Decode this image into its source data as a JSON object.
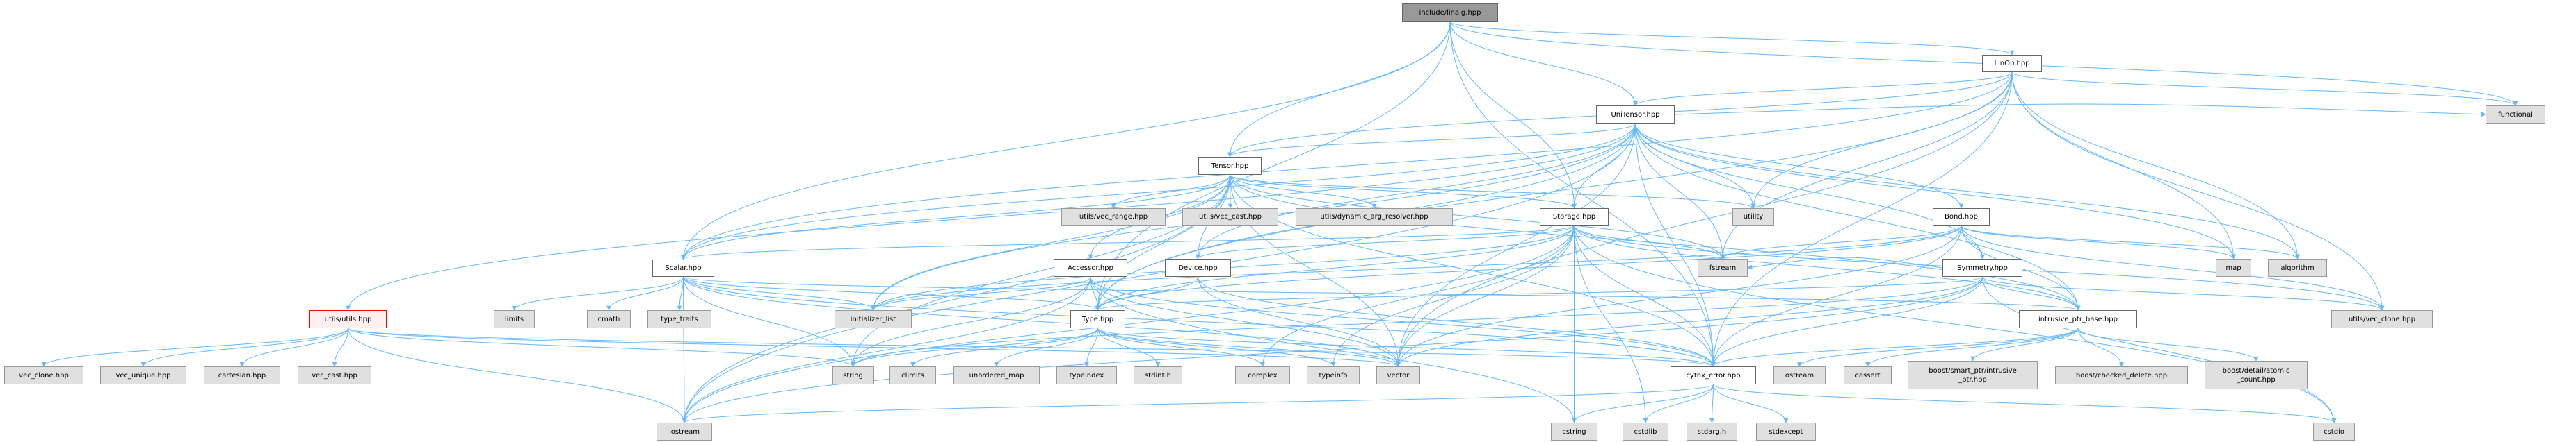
{
  "colors": {
    "edge": "#63b8ff",
    "root_fill": "#999999",
    "internal_fill": "#ffffff",
    "external_fill": "#e0e0e0",
    "incomplete_border": "#ff0000"
  },
  "nodes": {
    "linalg": "include/linalg.hpp",
    "linop": "LinOp.hpp",
    "unitensor": "UniTensor.hpp",
    "functional": "functional",
    "tensor": "Tensor.hpp",
    "vec_range": "utils/vec_range.hpp",
    "u_vec_cast": "utils/vec_cast.hpp",
    "dyn_arg": "utils/dynamic_arg_resolver.hpp",
    "storage": "Storage.hpp",
    "utility": "utility",
    "bond": "Bond.hpp",
    "scalar": "Scalar.hpp",
    "accessor": "Accessor.hpp",
    "device": "Device.hpp",
    "fstream": "fstream",
    "symmetry": "Symmetry.hpp",
    "map": "map",
    "algorithm": "algorithm",
    "utils": "utils/utils.hpp",
    "limits": "limits",
    "cmath": "cmath",
    "type_traits": "type_traits",
    "init_list": "initializer_list",
    "type": "Type.hpp",
    "intrusive": "intrusive_ptr_base.hpp",
    "u_vec_clone": "utils/vec_clone.hpp",
    "vec_clone": "vec_clone.hpp",
    "vec_unique": "vec_unique.hpp",
    "cartesian": "cartesian.hpp",
    "vec_cast": "vec_cast.hpp",
    "string": "string",
    "climits": "climits",
    "unordered_map": "unordered_map",
    "typeindex": "typeindex",
    "stdint": "stdint.h",
    "complex": "complex",
    "typeinfo": "typeinfo",
    "vector": "vector",
    "cytnx_error": "cytnx_error.hpp",
    "ostream": "ostream",
    "cassert": "cassert",
    "boost_intrusive": "boost/smart_ptr/intrusive\n_ptr.hpp",
    "boost_checked": "boost/checked_delete.hpp",
    "boost_atomic": "boost/detail/atomic\n_count.hpp",
    "iostream": "iostream",
    "cstring": "cstring",
    "cstdlib": "cstdlib",
    "stdarg": "stdarg.h",
    "stdexcept": "stdexcept",
    "cstdio": "cstdio"
  },
  "edges": [
    [
      "linalg",
      "type"
    ],
    [
      "linalg",
      "cytnx_error"
    ],
    [
      "linalg",
      "storage"
    ],
    [
      "linalg",
      "tensor"
    ],
    [
      "linalg",
      "unitensor"
    ],
    [
      "linalg",
      "scalar"
    ],
    [
      "linalg",
      "linop"
    ],
    [
      "linalg",
      "functional"
    ],
    [
      "linop",
      "type"
    ],
    [
      "linop",
      "cytnx_error"
    ],
    [
      "linop",
      "tensor"
    ],
    [
      "linop",
      "unitensor"
    ],
    [
      "linop",
      "vector"
    ],
    [
      "linop",
      "fstream"
    ],
    [
      "linop",
      "functional"
    ],
    [
      "linop",
      "map"
    ],
    [
      "linop",
      "algorithm"
    ],
    [
      "linop",
      "utility"
    ],
    [
      "linop",
      "u_vec_clone"
    ],
    [
      "linop",
      "scalar"
    ],
    [
      "unitensor",
      "type"
    ],
    [
      "unitensor",
      "cytnx_error"
    ],
    [
      "unitensor",
      "storage"
    ],
    [
      "unitensor",
      "device"
    ],
    [
      "unitensor",
      "tensor"
    ],
    [
      "unitensor",
      "utils"
    ],
    [
      "unitensor",
      "intrusive"
    ],
    [
      "unitensor",
      "scalar"
    ],
    [
      "unitensor",
      "bond"
    ],
    [
      "unitensor",
      "symmetry"
    ],
    [
      "unitensor",
      "fstream"
    ],
    [
      "unitensor",
      "utility"
    ],
    [
      "unitensor",
      "algorithm"
    ],
    [
      "unitensor",
      "vector"
    ],
    [
      "unitensor",
      "init_list"
    ],
    [
      "unitensor",
      "iostream"
    ],
    [
      "unitensor",
      "map"
    ],
    [
      "unitensor",
      "functional"
    ],
    [
      "tensor",
      "type"
    ],
    [
      "tensor",
      "cytnx_error"
    ],
    [
      "tensor",
      "storage"
    ],
    [
      "tensor",
      "device"
    ],
    [
      "tensor",
      "intrusive"
    ],
    [
      "tensor",
      "iostream"
    ],
    [
      "tensor",
      "fstream"
    ],
    [
      "tensor",
      "vec_range"
    ],
    [
      "tensor",
      "u_vec_cast"
    ],
    [
      "tensor",
      "dyn_arg"
    ],
    [
      "tensor",
      "accessor"
    ],
    [
      "tensor",
      "utility"
    ],
    [
      "tensor",
      "vector"
    ],
    [
      "tensor",
      "init_list"
    ],
    [
      "tensor",
      "scalar"
    ],
    [
      "tensor",
      "string"
    ],
    [
      "storage",
      "iostream"
    ],
    [
      "storage",
      "fstream"
    ],
    [
      "storage",
      "cstdlib"
    ],
    [
      "storage",
      "cstdio"
    ],
    [
      "storage",
      "cstring"
    ],
    [
      "storage",
      "complex"
    ],
    [
      "storage",
      "vector"
    ],
    [
      "storage",
      "init_list"
    ],
    [
      "storage",
      "typeinfo"
    ],
    [
      "storage",
      "type"
    ],
    [
      "storage",
      "device"
    ],
    [
      "storage",
      "intrusive"
    ],
    [
      "storage",
      "cytnx_error"
    ],
    [
      "storage",
      "scalar"
    ],
    [
      "storage",
      "u_vec_clone"
    ],
    [
      "device",
      "type"
    ],
    [
      "device",
      "cytnx_error"
    ],
    [
      "device",
      "vector"
    ],
    [
      "accessor",
      "type"
    ],
    [
      "accessor",
      "cytnx_error"
    ],
    [
      "accessor",
      "vector"
    ],
    [
      "accessor",
      "init_list"
    ],
    [
      "accessor",
      "string"
    ],
    [
      "accessor",
      "cstring"
    ],
    [
      "accessor",
      "iostream"
    ],
    [
      "scalar",
      "type"
    ],
    [
      "scalar",
      "cytnx_error"
    ],
    [
      "scalar",
      "intrusive"
    ],
    [
      "scalar",
      "limits"
    ],
    [
      "scalar",
      "cmath"
    ],
    [
      "scalar",
      "type_traits"
    ],
    [
      "scalar",
      "init_list"
    ],
    [
      "scalar",
      "string"
    ],
    [
      "scalar",
      "vector"
    ],
    [
      "scalar",
      "iostream"
    ],
    [
      "type",
      "string"
    ],
    [
      "type",
      "complex"
    ],
    [
      "type",
      "climits"
    ],
    [
      "type",
      "unordered_map"
    ],
    [
      "type",
      "typeindex"
    ],
    [
      "type",
      "stdint"
    ],
    [
      "type",
      "typeinfo"
    ],
    [
      "type",
      "vector"
    ],
    [
      "type",
      "cytnx_error"
    ],
    [
      "bond",
      "type"
    ],
    [
      "bond",
      "symmetry"
    ],
    [
      "bond",
      "cytnx_error"
    ],
    [
      "bond",
      "intrusive"
    ],
    [
      "bond",
      "map"
    ],
    [
      "bond",
      "algorithm"
    ],
    [
      "bond",
      "u_vec_clone"
    ],
    [
      "bond",
      "vector"
    ],
    [
      "bond",
      "init_list"
    ],
    [
      "bond",
      "fstream"
    ],
    [
      "symmetry",
      "type"
    ],
    [
      "symmetry",
      "cytnx_error"
    ],
    [
      "symmetry",
      "intrusive"
    ],
    [
      "symmetry",
      "vector"
    ],
    [
      "symmetry",
      "string"
    ],
    [
      "symmetry",
      "u_vec_clone"
    ],
    [
      "symmetry",
      "cstdio"
    ],
    [
      "symmetry",
      "iostream"
    ],
    [
      "symmetry",
      "fstream"
    ],
    [
      "intrusive",
      "ostream"
    ],
    [
      "intrusive",
      "cassert"
    ],
    [
      "intrusive",
      "boost_intrusive"
    ],
    [
      "intrusive",
      "boost_checked"
    ],
    [
      "intrusive",
      "boost_atomic"
    ],
    [
      "intrusive",
      "cytnx_error"
    ],
    [
      "cytnx_error",
      "iostream"
    ],
    [
      "cytnx_error",
      "cstring"
    ],
    [
      "cytnx_error",
      "cstdlib"
    ],
    [
      "cytnx_error",
      "stdarg"
    ],
    [
      "cytnx_error",
      "stdexcept"
    ],
    [
      "cytnx_error",
      "cstdio"
    ],
    [
      "utils",
      "vec_clone"
    ],
    [
      "utils",
      "vec_unique"
    ],
    [
      "utils",
      "cartesian"
    ],
    [
      "utils",
      "vec_cast"
    ],
    [
      "utils",
      "iostream"
    ],
    [
      "utils",
      "string"
    ],
    [
      "utils",
      "cytnx_error"
    ],
    [
      "utils",
      "vector"
    ]
  ]
}
